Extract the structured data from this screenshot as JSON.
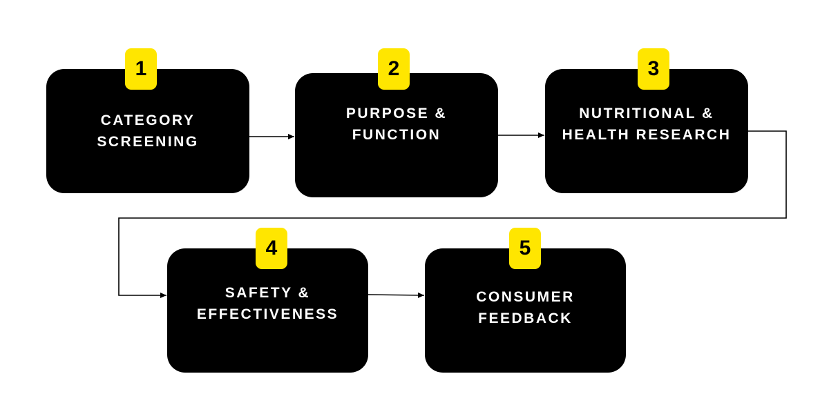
{
  "colors": {
    "box": "#000000",
    "badge": "#ffe600",
    "label": "#ffffff",
    "badge_text": "#000000",
    "connector": "#000000"
  },
  "steps": [
    {
      "number": "1",
      "lines": [
        "CATEGORY",
        "SCREENING"
      ]
    },
    {
      "number": "2",
      "lines": [
        "PURPOSE &",
        "FUNCTION"
      ]
    },
    {
      "number": "3",
      "lines": [
        "NUTRITIONAL &",
        "HEALTH RESEARCH"
      ]
    },
    {
      "number": "4",
      "lines": [
        "SAFETY &",
        "EFFECTIVENESS"
      ]
    },
    {
      "number": "5",
      "lines": [
        "CONSUMER",
        "FEEDBACK"
      ]
    }
  ],
  "connections": [
    {
      "from": "1",
      "to": "2"
    },
    {
      "from": "2",
      "to": "3"
    },
    {
      "from": "3",
      "to": "4"
    },
    {
      "from": "4",
      "to": "5"
    }
  ]
}
